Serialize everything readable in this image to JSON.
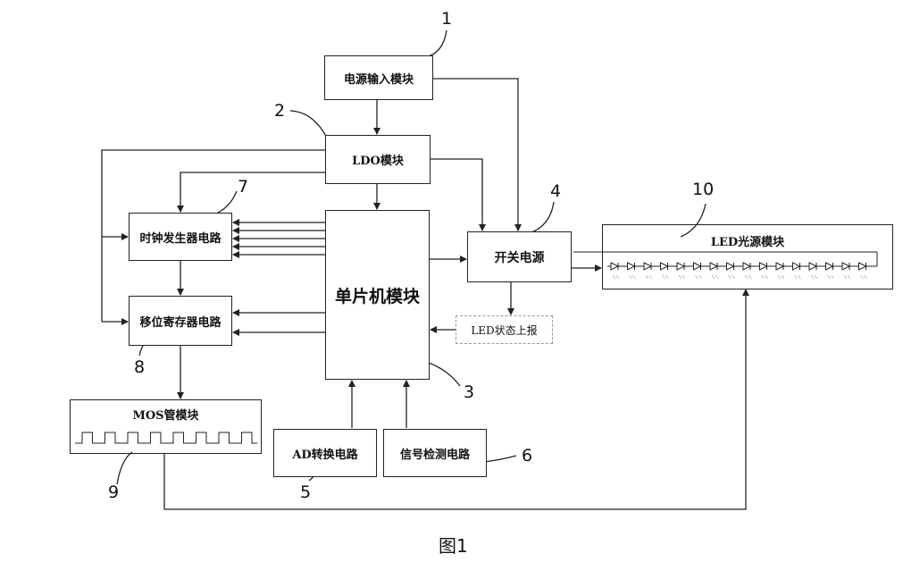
{
  "boxes": {
    "power_input": "电源输入模块",
    "ldo": "LDO模块",
    "clock": "时钟发生器电路",
    "shift_register": "移位寄存器电路",
    "mcu": "单片机模块",
    "switch_power": "开关电源",
    "led_status": "LED状态上报",
    "led_source": "LED光源模块",
    "mos": "MOS管模块",
    "ad_convert": "AD转换电路",
    "signal_detect": "信号检测电路"
  },
  "labels": [
    "1",
    "2",
    "3",
    "4",
    "5",
    "6",
    "7",
    "8",
    "9",
    "10"
  ],
  "caption": "图1",
  "colors": {
    "line": "#222222",
    "led_faint": "#bbbbbb"
  },
  "led_count": 16,
  "mos_pulse_count": 8
}
